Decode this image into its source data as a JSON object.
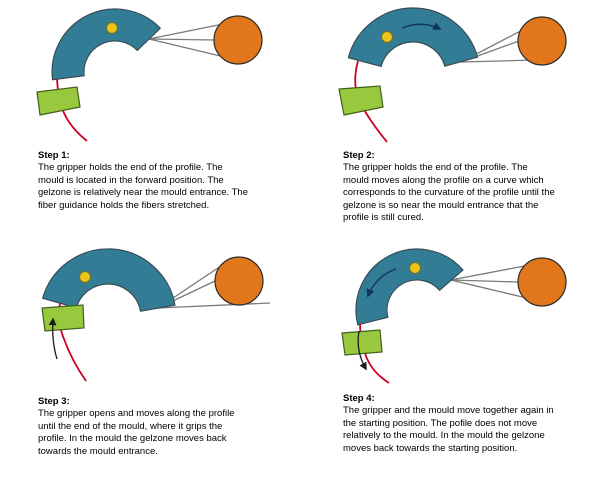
{
  "colors": {
    "mould_fill": "#337c95",
    "mould_stroke": "#37474f",
    "gripper_fill": "#97c83d",
    "gripper_stroke": "#41601e",
    "gelzone_fill": "#eac31c",
    "gelzone_stroke": "#6f6f1d",
    "fiber_guidance_fill": "#e2761b",
    "fiber_guidance_stroke": "#2a2a2a",
    "profile_stroke": "#cf0025",
    "fiber_stroke": "#7a7a7a",
    "arrow_navy": "#12355b",
    "arrow_black": "#1a1a1a",
    "background": "#ffffff"
  },
  "steps": [
    {
      "title": "Step 1:",
      "body": "The gripper holds the end of the profile. The\nmould is located in the forward position. The\ngelzone is relatively near the mould entrance. The\nfiber guidance holds the fibers stretched."
    },
    {
      "title": "Step 2:",
      "body": "The gripper holds the end of the profile. The\nmould moves along the profile on a curve which\ncorresponds to the curvature of the profile until the\ngelzone is so near the mould entrance that the\nprofile is still cured."
    },
    {
      "title": "Step 3:",
      "body": "The gripper opens and moves along the profile\nuntil the end of the mould, where it grips the\nprofile. In the mould the gelzone moves back\ntowards the mould entrance."
    },
    {
      "title": "Step 4:",
      "body": "The gripper and the mould move together again in\nthe starting position. The pofile does not move\nrelatively to the mould. In the mould the gelzone\nmoves back towards the starting position."
    }
  ]
}
